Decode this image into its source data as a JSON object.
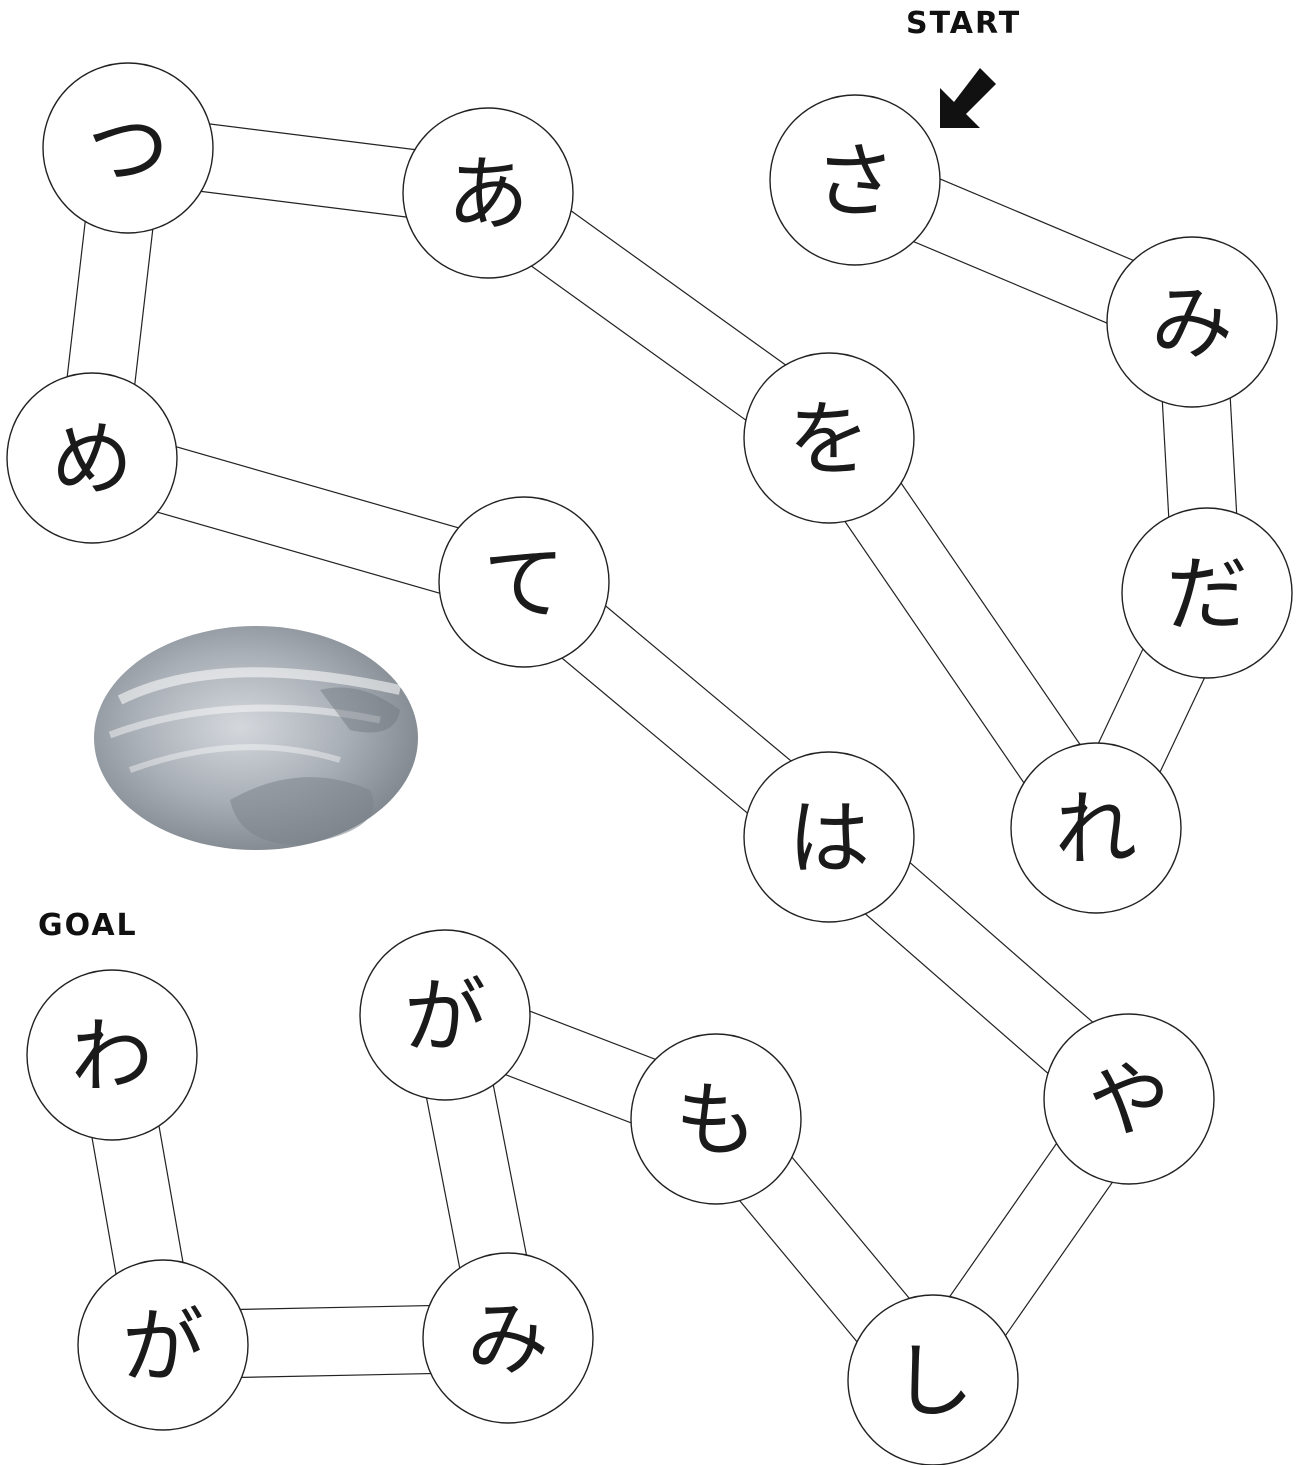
{
  "labels": {
    "start": "START",
    "goal": "GOAL"
  },
  "arrow": {
    "icon": "arrow-down-left-icon",
    "color": "#111111"
  },
  "decoration": {
    "icon": "gray-stone-illustration",
    "color": "#9aa0a8"
  },
  "nodes": [
    {
      "id": "sa",
      "char": "さ"
    },
    {
      "id": "mi1",
      "char": "み"
    },
    {
      "id": "da",
      "char": "だ"
    },
    {
      "id": "re",
      "char": "れ"
    },
    {
      "id": "wo",
      "char": "を"
    },
    {
      "id": "a",
      "char": "あ"
    },
    {
      "id": "tsu",
      "char": "つ"
    },
    {
      "id": "me",
      "char": "め"
    },
    {
      "id": "te",
      "char": "て"
    },
    {
      "id": "ha",
      "char": "は"
    },
    {
      "id": "ya",
      "char": "や"
    },
    {
      "id": "shi",
      "char": "し"
    },
    {
      "id": "mo",
      "char": "も"
    },
    {
      "id": "ga1",
      "char": "が"
    },
    {
      "id": "mi2",
      "char": "み"
    },
    {
      "id": "ga2",
      "char": "が"
    },
    {
      "id": "wa",
      "char": "わ"
    }
  ],
  "edges": [
    [
      "sa",
      "mi1"
    ],
    [
      "mi1",
      "da"
    ],
    [
      "da",
      "re"
    ],
    [
      "re",
      "wo"
    ],
    [
      "wo",
      "a"
    ],
    [
      "a",
      "tsu"
    ],
    [
      "tsu",
      "me"
    ],
    [
      "me",
      "te"
    ],
    [
      "te",
      "ha"
    ],
    [
      "ha",
      "ya"
    ],
    [
      "ya",
      "shi"
    ],
    [
      "shi",
      "mo"
    ],
    [
      "mo",
      "ga1"
    ],
    [
      "ga1",
      "mi2"
    ],
    [
      "mi2",
      "ga2"
    ],
    [
      "ga2",
      "wa"
    ]
  ]
}
